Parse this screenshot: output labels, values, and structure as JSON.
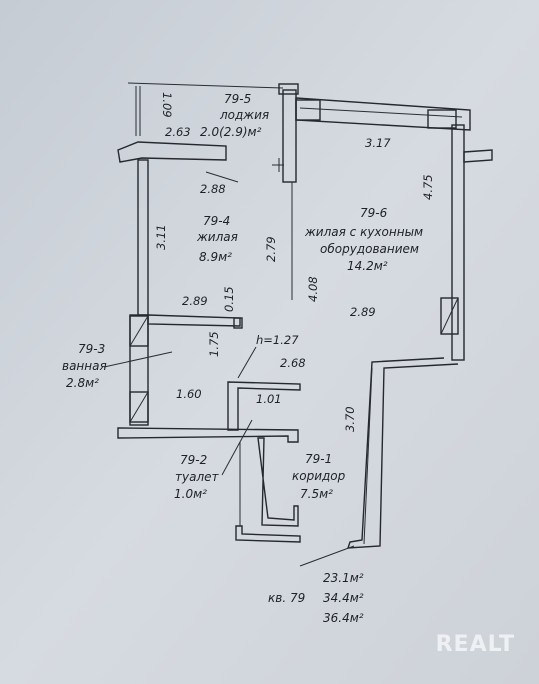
{
  "rooms": {
    "loggia": {
      "number": "79-5",
      "name": "лоджия",
      "area": "2.0(2.9)м²"
    },
    "bedroom": {
      "number": "79-4",
      "name": "жилая",
      "area": "8.9м²"
    },
    "living": {
      "number": "79-6",
      "name_line1": "жилая с кухонным",
      "name_line2": "оборудованием",
      "area": "14.2м²"
    },
    "bathroom": {
      "number": "79-3",
      "name": "ванная",
      "area": "2.8м²"
    },
    "toilet": {
      "number": "79-2",
      "name": "туалет",
      "area": "1.0м²"
    },
    "corridor": {
      "number": "79-1",
      "name": "коридор",
      "area": "7.5м²"
    }
  },
  "dimensions": {
    "loggia_height": "1.09",
    "loggia_width": "2.63",
    "living_top_width": "3.17",
    "living_right_upper": "4.75",
    "bedroom_width": "2.88",
    "bedroom_height": "3.11",
    "partition_length": "2.79",
    "living_left_depth": "4.08",
    "bedroom_bottom_width": "2.89",
    "small_offset": "0.15",
    "living_bottom_width": "2.89",
    "bath_height": "1.75",
    "ceiling_height": "h=1.27",
    "corridor_width": "2.68",
    "bath_width": "1.60",
    "toilet_width": "1.01",
    "corridor_right_length": "3.70"
  },
  "summary": {
    "apartment": "кв. 79",
    "living_area": "23.1м²",
    "total_area": "34.4м²",
    "total_with_loggia": "36.4м²"
  },
  "watermark": "REALT",
  "colors": {
    "paper": "#cfd5dc",
    "ink": "#25282d",
    "watermark": "#f4f6f8"
  }
}
